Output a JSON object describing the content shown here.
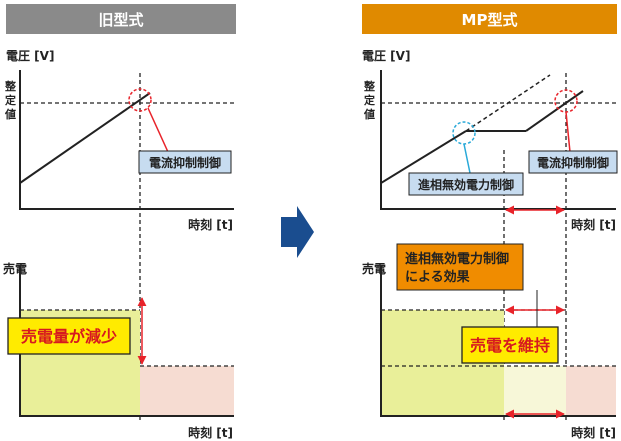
{
  "left_panel": {
    "header": "旧型式",
    "voltage_axis_label": "電圧 [V]",
    "setpoint_label": [
      "整",
      "定",
      "値"
    ],
    "callout_voltage_control": "電流抑制制御",
    "time_axis_label": "時刻 [t]",
    "power_axis_label": "売電",
    "callout_power_reduced": "売電量が減少",
    "time_axis_label_2": "時刻 [t]"
  },
  "right_panel": {
    "header": "MP型式",
    "voltage_axis_label": "電圧 [V]",
    "setpoint_label": [
      "整",
      "定",
      "値"
    ],
    "callout_reactive": "進相無効電力制御",
    "callout_voltage_control": "電流抑制制御",
    "time_axis_label": "時刻 [t]",
    "power_axis_label": "売電",
    "callout_effect_line1": "進相無効電力制御",
    "callout_effect_line2": "による効果",
    "callout_power_kept": "売電を維持",
    "time_axis_label_2": "時刻 [t]"
  },
  "colors": {
    "left_header_bg": "#8a8a8a",
    "right_header_bg": "#e08a00",
    "arrow": "#1a4d8f",
    "callout_blue": "#c7dcf0",
    "callout_yellow": "#ffeb00",
    "callout_orange": "#f08c00",
    "area_green": "#e9ef99",
    "area_pink": "#f6dcd2",
    "area_light": "#f7f7d8",
    "marker_red": "#e8232a",
    "marker_cyan": "#29a9d8"
  }
}
